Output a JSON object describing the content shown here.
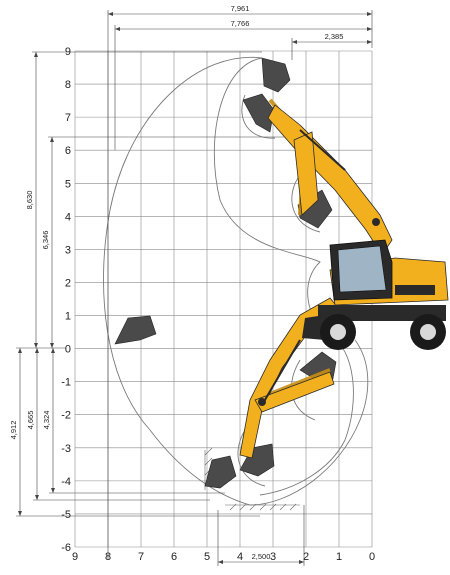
{
  "diagram": {
    "x_ticks": [
      "9",
      "8",
      "7",
      "6",
      "5",
      "4",
      "3",
      "2",
      "1",
      "0"
    ],
    "y_ticks": [
      "9",
      "8",
      "7",
      "6",
      "5",
      "4",
      "3",
      "2",
      "1",
      "0",
      "-1",
      "-2",
      "-3",
      "-4",
      "-5",
      "-6"
    ],
    "dimensions": {
      "max_reach": "7,961",
      "reach_ground": "7,766",
      "top_offset": "2,385",
      "max_height": "8,630",
      "dump_height": "6,346",
      "depth_1": "4,912",
      "depth_2": "4,665",
      "depth_3": "4,324",
      "bottom_width": "2,500"
    },
    "colors": {
      "machine_body": "#f2b01e",
      "machine_dark": "#2a2a2a",
      "grid": "#8a8a8a",
      "envelope": "#7a7a7a"
    }
  }
}
